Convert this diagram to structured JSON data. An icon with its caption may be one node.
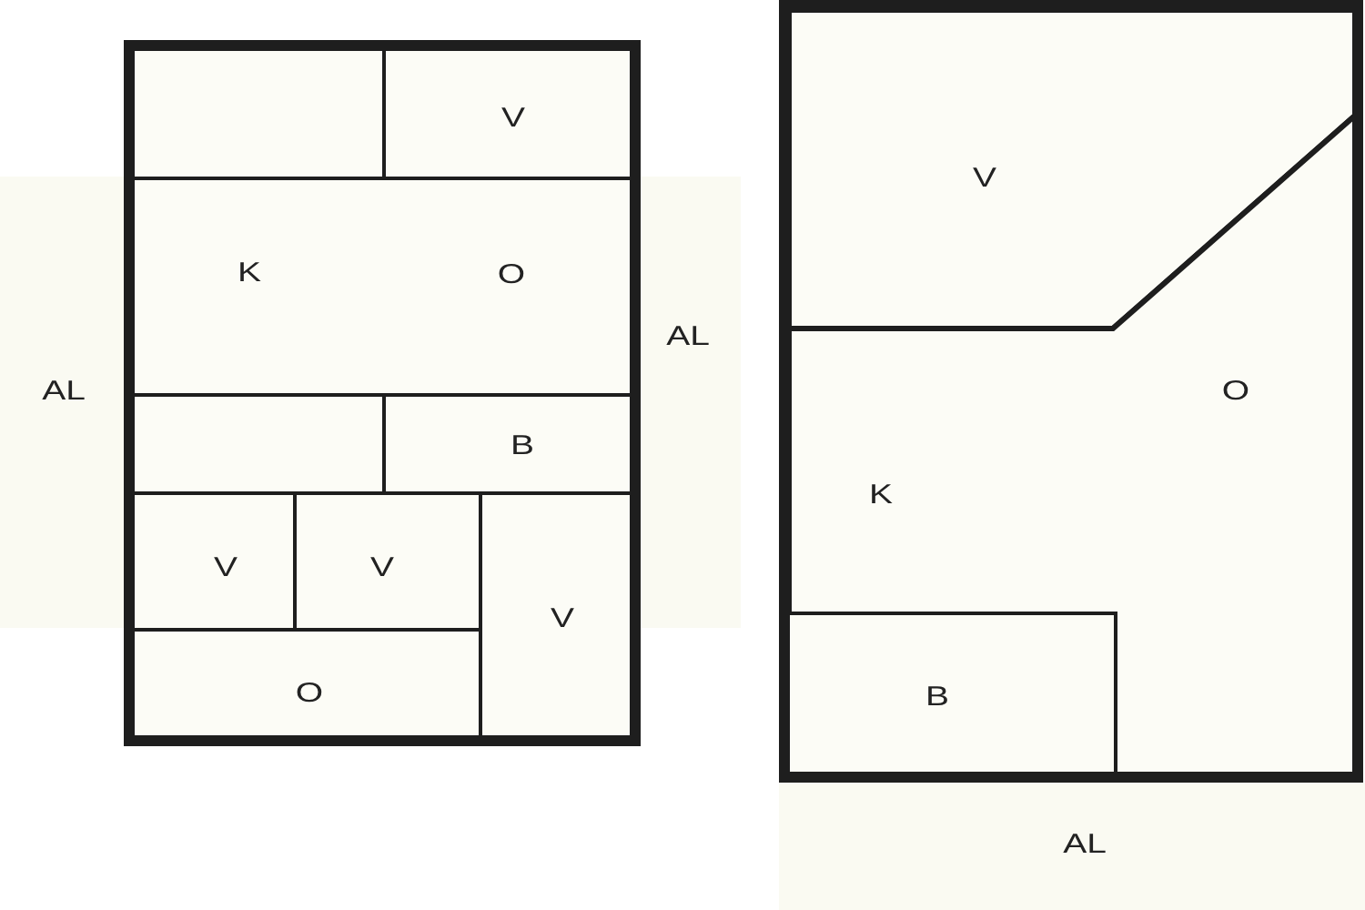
{
  "diagram": {
    "nodes": [
      {
        "text": [],
        "shape": "box"
      },
      {
        "text": [],
        "shape": "box",
        "in": 0
      },
      {
        "text": [
          "V"
        ],
        "in": 0
      },
      {
        "text": [
          "K",
          "O"
        ],
        "in": 0
      },
      {
        "text": [],
        "shape": "box",
        "in": 0
      },
      {
        "text": [
          "B"
        ],
        "in": 0
      },
      {
        "text": [
          "V"
        ],
        "in": 0
      },
      {
        "text": [
          "V"
        ],
        "in": 0
      },
      {
        "text": [
          "V"
        ],
        "in": 0
      },
      {
        "text": [
          "O"
        ],
        "in": 0
      },
      {
        "text": [],
        "shape": "box"
      },
      {
        "text": [
          "V"
        ],
        "in": 10
      },
      {
        "text": [
          "O",
          "K"
        ],
        "in": 10
      },
      {
        "text": [
          "B"
        ],
        "in": 10
      }
    ],
    "edges": [],
    "labels": [
      "AL",
      "AL",
      "AL"
    ]
  }
}
